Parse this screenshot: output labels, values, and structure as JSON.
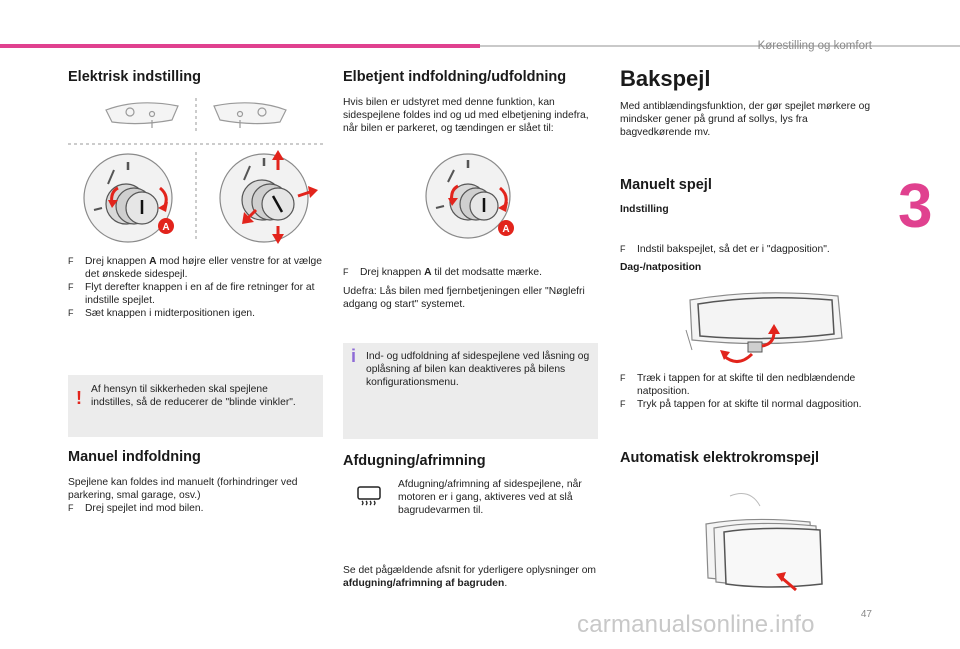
{
  "header": {
    "section": "Kørestilling og komfort",
    "chapter": "3",
    "page": "47"
  },
  "watermark": "carmanualsonline.info",
  "col1": {
    "title": "Elektrisk indstilling",
    "bullets": [
      {
        "prefix": "Drej knappen ",
        "bold": "A",
        "rest": " mod højre eller venstre for at vælge det ønskede sidespejl."
      },
      {
        "text": "Flyt derefter knappen i en af de fire retninger for at indstille spejlet."
      },
      {
        "text": "Sæt knappen i midterpositionen igen."
      }
    ],
    "warning": "Af hensyn til sikkerheden skal spejlene indstilles, så de reducerer de \"blinde vinkler\".",
    "manual_title": "Manuel indfoldning",
    "manual_text": "Spejlene kan foldes ind manuelt (forhindringer ved parkering, smal garage, osv.)",
    "manual_bullet": "Drej spejlet ind mod bilen.",
    "label_a": "A"
  },
  "col2": {
    "title": "Elbetjent indfoldning/udfoldning",
    "intro": "Hvis bilen er udstyret med denne funktion, kan sidespejlene foldes ind og ud med elbetjening indefra, når bilen er parkeret, og tændingen er slået til:",
    "bullet": {
      "prefix": "Drej knappen ",
      "bold": "A",
      "rest": " til det modsatte mærke."
    },
    "outside": "Udefra: Lås bilen med fjernbetjeningen eller \"Nøglefri adgang og start\" systemet.",
    "info": "Ind- og udfoldning af sidespejlene ved låsning og oplåsning af bilen kan deaktiveres på bilens konfigurationsmenu.",
    "defog_title": "Afdugning/afrimning",
    "defog_text": "Afdugning/afrimning af sidespejlene, når motoren er i gang, aktiveres ved at slå bagrudevarmen til.",
    "ref_prefix": "Se det pågældende afsnit for yderligere oplysninger om ",
    "ref_bold": "afdugning/afrimning af bagruden",
    "ref_suffix": ".",
    "label_a": "A"
  },
  "col3": {
    "title": "Bakspejl",
    "intro": "Med antiblændingsfunktion, der gør spejlet mørkere og mindsker gener på grund af sollys, lys fra bagvedkørende mv.",
    "manual_title": "Manuelt spejl",
    "setting_label": "Indstilling",
    "setting_bullet": "Indstil bakspejlet, så det er i \"dagposition\".",
    "daynight_label": "Dag-/natposition",
    "bullets": [
      "Træk i tappen for at skifte til den nedblændende natposition.",
      "Tryk på tappen for at skifte til normal dagposition."
    ],
    "auto_title": "Automatisk elektrokromspejl"
  },
  "bullet_mark": "F",
  "colors": {
    "accent": "#e0418f",
    "warning": "#e2241c",
    "info": "#8e6bd6",
    "arrow": "#e2241c",
    "box": "#ececec"
  }
}
